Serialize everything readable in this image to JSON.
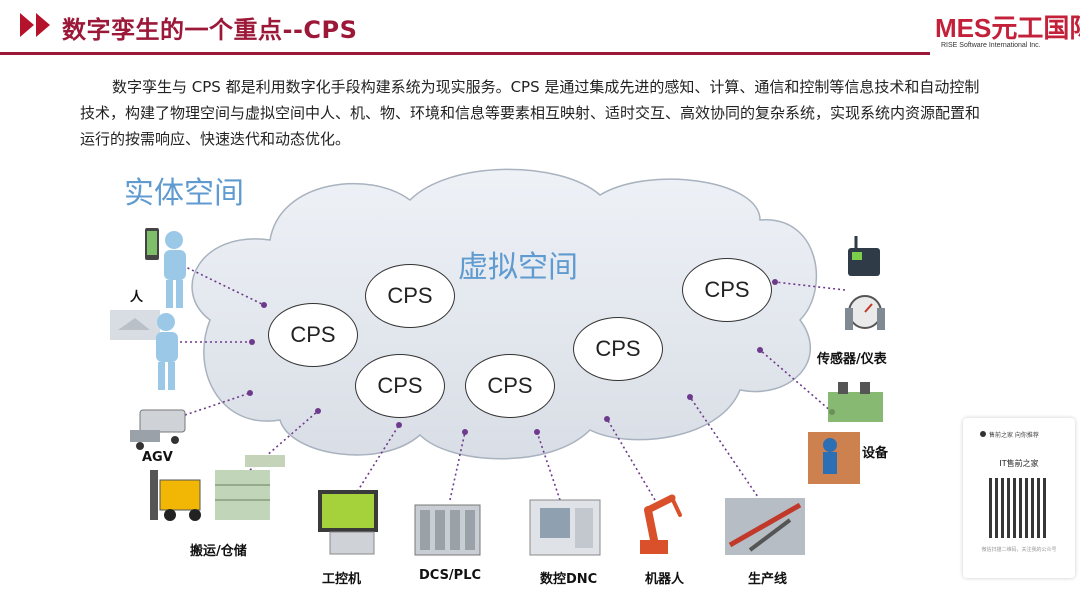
{
  "header": {
    "title": "数字孪生的一个重点--CPS",
    "logo_main": "MES元工国际",
    "logo_sub": "RISE Software International Inc."
  },
  "intro": "数字孪生与 CPS 都是利用数字化手段构建系统为现实服务。CPS 是通过集成先进的感知、计算、通信和控制等信息技术和自动控制技术，构建了物理空间与虚拟空间中人、机、物、环境和信息等要素相互映射、适时交互、高效协同的复杂系统，实现系统内资源配置和运行的按需响应、快速迭代和动态优化。",
  "diagram": {
    "physical_space": "实体空间",
    "virtual_space": "虚拟空间",
    "cps_label": "CPS",
    "entities": {
      "person": "人",
      "agv": "AGV",
      "handling": "搬运/仓储",
      "ipc": "工控机",
      "dcs": "DCS/PLC",
      "dnc": "数控DNC",
      "robot": "机器人",
      "line": "生产线",
      "equipment": "设备",
      "sensor": "传感器/仪表"
    }
  },
  "qr_card": {
    "brand": "售前之家 向你推荐",
    "title": "IT售前之家",
    "footer": "微信扫描二维码，关注我的公众号"
  },
  "colors": {
    "brand": "#9c1838",
    "accent_blue": "#5f9bd0",
    "link_purple": "#6e3b8c"
  }
}
